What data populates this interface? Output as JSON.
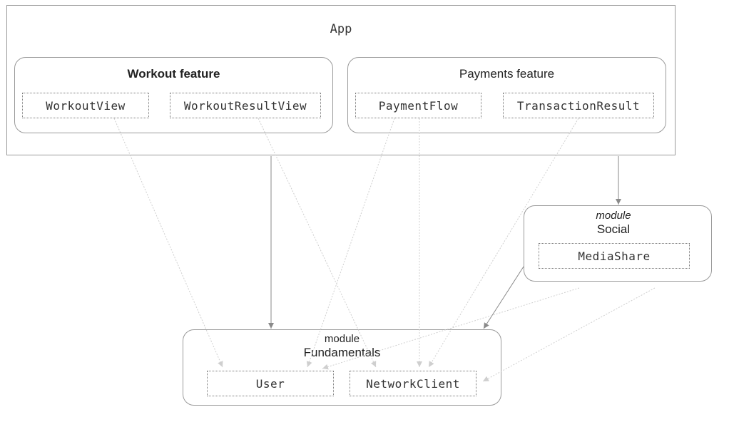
{
  "app": {
    "title": "App"
  },
  "workout_feature": {
    "title": "Workout feature",
    "components": [
      "WorkoutView",
      "WorkoutResultView"
    ]
  },
  "payments_feature": {
    "title": "Payments feature",
    "components": [
      "PaymentFlow",
      "TransactionResult"
    ]
  },
  "social_module": {
    "kind": "module",
    "name": "Social",
    "components": [
      "MediaShare"
    ]
  },
  "fundamentals_module": {
    "kind": "module",
    "name": "Fundamentals",
    "components": [
      "User",
      "NetworkClient"
    ]
  },
  "colors": {
    "solid_arrow": "#8a8a8a",
    "dotted_arrow": "#c8c8c8",
    "border": "#9a9a9a"
  }
}
